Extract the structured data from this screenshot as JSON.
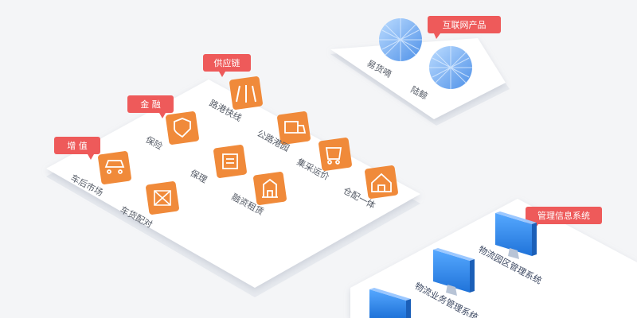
{
  "colors": {
    "background": "#f4f5f7",
    "platform_top": "#ffffff",
    "platform_side": "#e6e9ee",
    "tile_orange": "#f08a3a",
    "tag_red": "#ee5a5a",
    "globe_blue": "#6ea8ef",
    "monitor_blue": "#2f8cf0"
  },
  "internet_platform": {
    "tag": "互联网产品",
    "products": [
      {
        "label": "易货嘀",
        "icon": "globe-icon"
      },
      {
        "label": "陆鲸",
        "icon": "globe-icon"
      }
    ]
  },
  "finance_platform": {
    "tags": {
      "supply_chain": "供应链",
      "finance": "金 融",
      "value_added": "增 值"
    },
    "services": [
      {
        "label": "路港快线",
        "icon": "road-icon"
      },
      {
        "label": "保险",
        "icon": "shield-icon"
      },
      {
        "label": "公路港园",
        "icon": "truck-icon"
      },
      {
        "label": "保理",
        "icon": "document-icon"
      },
      {
        "label": "集采运价",
        "icon": "cart-icon"
      },
      {
        "label": "车后市场",
        "icon": "car-service-icon"
      },
      {
        "label": "车货配对",
        "icon": "match-icon"
      },
      {
        "label": "融资租赁",
        "icon": "building-icon"
      },
      {
        "label": "仓配一体",
        "icon": "warehouse-icon"
      }
    ]
  },
  "management_platform": {
    "tag": "管理信息系统",
    "systems": [
      {
        "label": "物流园区管理系统",
        "icon": "monitor-icon"
      },
      {
        "label": "物流业务管理系统",
        "icon": "monitor-icon"
      }
    ]
  }
}
